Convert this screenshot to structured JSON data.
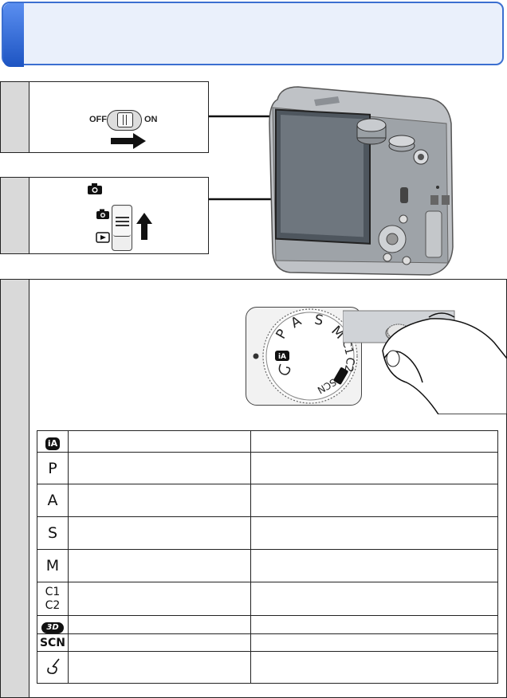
{
  "switch_labels": {
    "off": "OFF",
    "on": "ON"
  },
  "mode_dial": {
    "letters": [
      "P",
      "A",
      "S",
      "M",
      "C1",
      "C2",
      "SCN"
    ],
    "ia_label": "iA"
  },
  "mode_table": {
    "rows": [
      {
        "icon_name": "intelligent-auto-icon",
        "icon_text": "iA"
      },
      {
        "icon_name": "program-mode-icon",
        "icon_text": "P"
      },
      {
        "icon_name": "aperture-priority-icon",
        "icon_text": "A"
      },
      {
        "icon_name": "shutter-priority-icon",
        "icon_text": "S"
      },
      {
        "icon_name": "manual-mode-icon",
        "icon_text": "M"
      },
      {
        "icon_name": "custom-mode-icon",
        "icon_text_1": "C1",
        "icon_text_2": "C2"
      },
      {
        "icon_name": "3d-mode-icon",
        "icon_text": "3D"
      },
      {
        "icon_name": "scene-mode-icon",
        "icon_text": "SCN"
      },
      {
        "icon_name": "creative-control-icon"
      }
    ]
  },
  "colors": {
    "accent": "#3b6fd0",
    "step_gray": "#d9d9d9"
  }
}
